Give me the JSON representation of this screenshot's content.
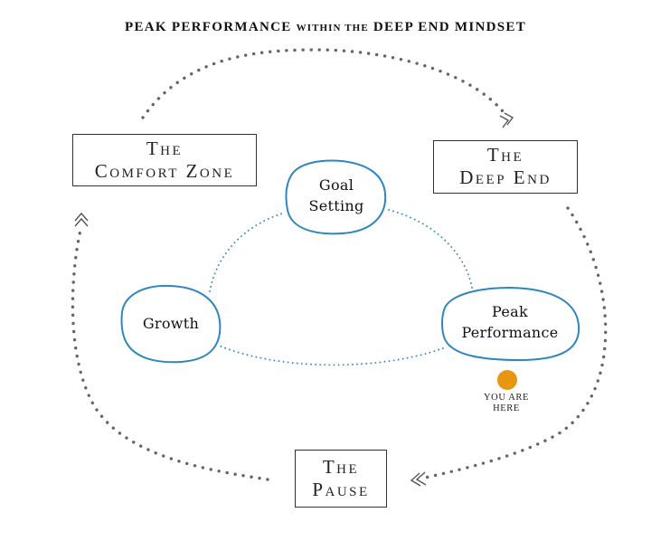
{
  "title": {
    "part1": "PEAK PERFORMANCE",
    "part2": "WITHIN THE",
    "part3": "DEEP END MINDSET"
  },
  "stages": {
    "comfort_zone": {
      "line1": "The",
      "line2": "Comfort Zone"
    },
    "deep_end": {
      "line1": "The",
      "line2": "Deep End"
    },
    "pause": {
      "line1": "The",
      "line2": "Pause"
    }
  },
  "cycle": {
    "goal_setting": {
      "line1": "Goal",
      "line2": "Setting"
    },
    "growth": {
      "line1": "Growth"
    },
    "peak_performance": {
      "line1": "Peak",
      "line2": "Performance"
    }
  },
  "marker": {
    "line1": "YOU ARE",
    "line2": "HERE",
    "color": "#E8960F"
  },
  "colors": {
    "cycle_stroke": "#2E86C1",
    "outer_dots": "#666666"
  }
}
